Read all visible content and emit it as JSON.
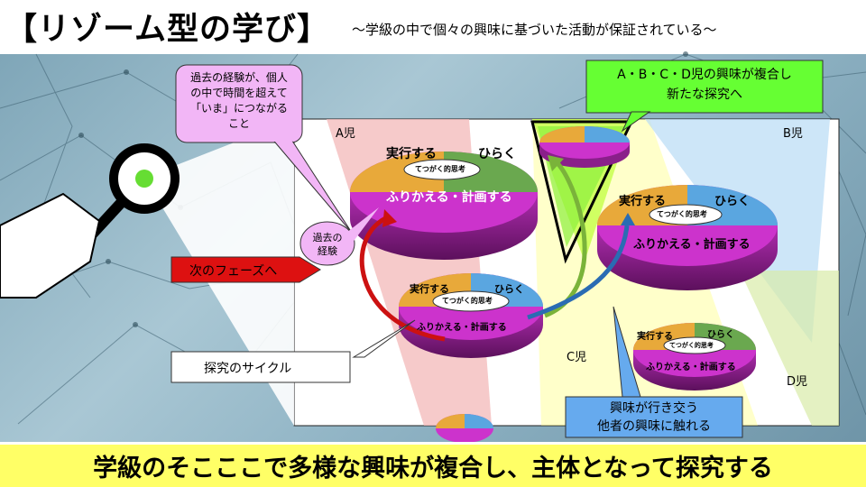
{
  "header": {
    "title": "【リゾーム型の学び】",
    "subtitle": "〜学級の中で個々の興味に基づいた活動が保証されている〜"
  },
  "callouts": {
    "past_experience": [
      "過去の経験が、個人",
      "の中で時間を超えて",
      "「いま」につながる",
      "こと"
    ],
    "past_short": [
      "過去の",
      "経験"
    ],
    "next_phase": "次のフェーズへ",
    "inquiry_cycle": "探究のサイクル",
    "combined": [
      "A・B・C・D児の興味が複合し",
      "新たな探究へ"
    ],
    "exchange": [
      "興味が行き交う",
      "他者の興味に触れる"
    ]
  },
  "children": {
    "a": "A児",
    "b": "B児",
    "c": "C児",
    "d": "D児"
  },
  "cycle": {
    "execute": "実行する",
    "open": "ひらく",
    "reflect": "ふりかえる・計画する",
    "center": "てつがく的思考"
  },
  "banner": "学級のそこここで多様な興味が複合し、主体となって探究する",
  "colors": {
    "banner": "#ffff66",
    "callout_pink": "#f2b6f6",
    "callout_green": "#66ff33",
    "callout_blue": "#66aaee",
    "callout_red": "#dd1111",
    "pie_orange": "#e8a93a",
    "pie_blue": "#5aa6e0",
    "pie_green": "#6aa84f",
    "pie_magenta": "#cc33cc"
  }
}
